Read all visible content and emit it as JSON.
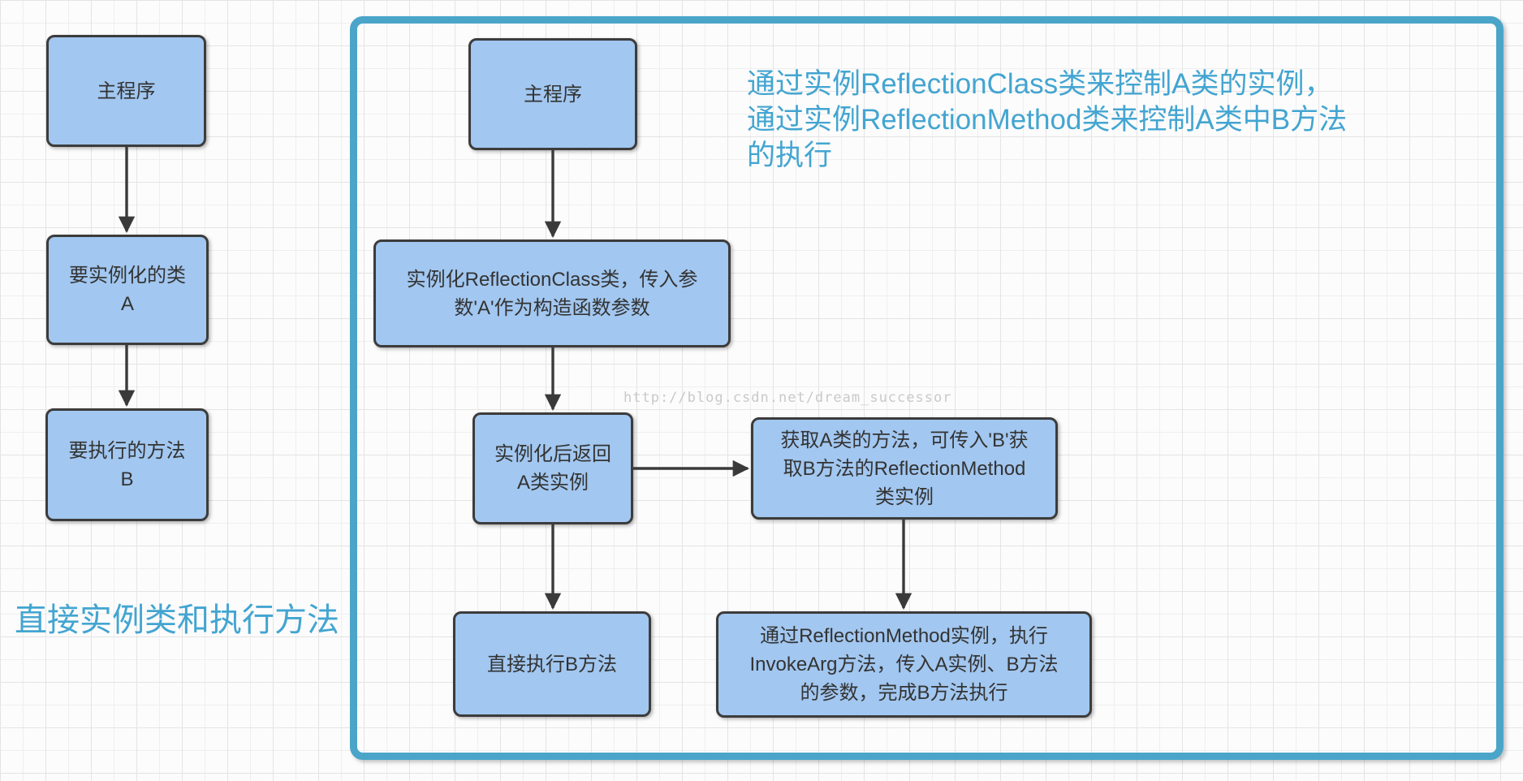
{
  "colors": {
    "node_fill": "#a2c7f0",
    "node_border": "#3c3c3c",
    "container_border": "#4ba5c9",
    "accent_text": "#43a5d1",
    "arrow": "#3a3a3a",
    "watermark_text_color": "#c9c9c9"
  },
  "left_flow": {
    "caption": "直接实例类和执行方法",
    "nodes": [
      {
        "id": "main",
        "label": "主程序"
      },
      {
        "id": "class-a",
        "label": "要实例化的类\nA"
      },
      {
        "id": "method-b",
        "label": "要执行的方法\nB"
      }
    ]
  },
  "right_flow": {
    "annotation": "通过实例ReflectionClass类来控制A类的实例，\n通过实例ReflectionMethod类来控制A类中B方法\n的执行",
    "nodes": [
      {
        "id": "main",
        "label": "主程序"
      },
      {
        "id": "reflection-class",
        "label": "实例化ReflectionClass类，传入参\n数'A'作为构造函数参数"
      },
      {
        "id": "a-instance",
        "label": "实例化后返回\nA类实例"
      },
      {
        "id": "reflection-method",
        "label": "获取A类的方法，可传入'B'获\n取B方法的ReflectionMethod\n类实例"
      },
      {
        "id": "exec-b-direct",
        "label": "直接执行B方法"
      },
      {
        "id": "invoke-arg",
        "label": "通过ReflectionMethod实例，执行\nInvokeArg方法，传入A实例、B方法\n的参数，完成B方法执行"
      }
    ]
  },
  "watermark": "http://blog.csdn.net/dream_successor"
}
